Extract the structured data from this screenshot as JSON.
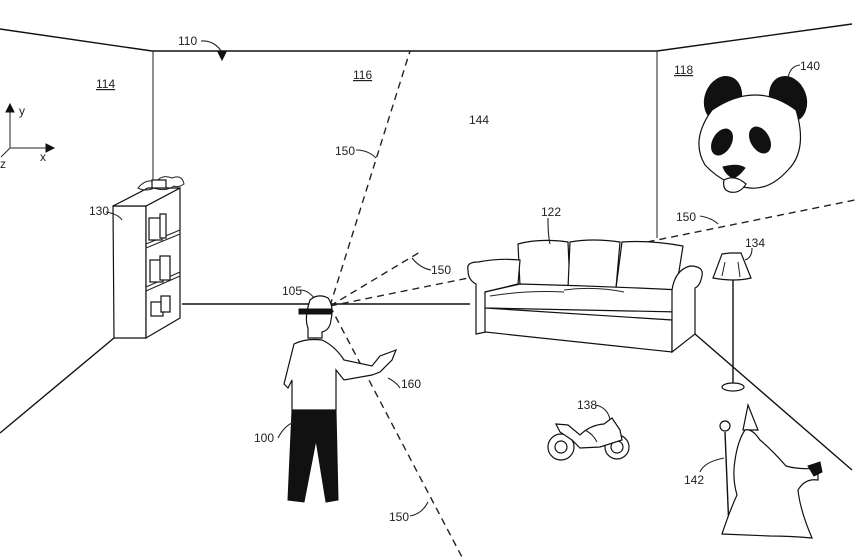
{
  "figure": {
    "type": "patent-drawing",
    "description": "Mixed reality room scene: user wearing head-mounted display points at virtual objects"
  },
  "axes": {
    "x": "x",
    "y": "y",
    "z": "z"
  },
  "labels": {
    "room": "110",
    "left_wall": "114",
    "back_wall": "116",
    "right_wall": "118",
    "hmd": "105",
    "user": "100",
    "hand_device": "160",
    "sofa": "122",
    "bookshelf": "130",
    "lamp": "134",
    "motorcycle": "138",
    "panda": "140",
    "wizard": "142",
    "back_wall_region": "144",
    "view_ray_top": "150",
    "view_ray_mid": "150",
    "view_ray_right": "150",
    "view_ray_bottom": "150"
  }
}
